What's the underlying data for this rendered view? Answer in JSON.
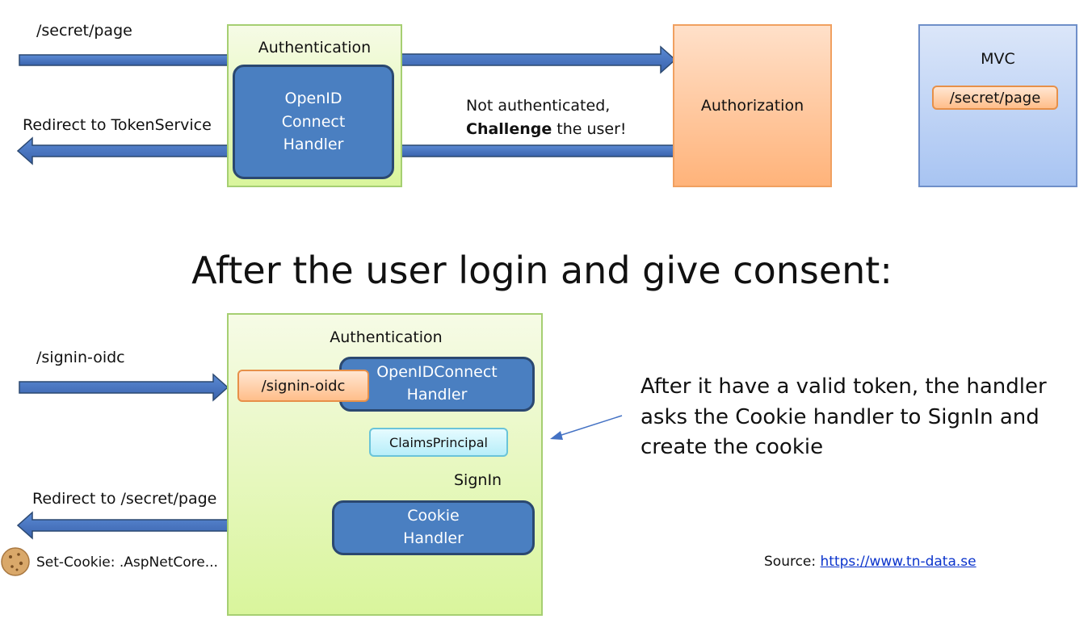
{
  "top": {
    "request_path": "/secret/page",
    "redirect_label": "Redirect to TokenService",
    "authentication_title": "Authentication",
    "openid_handler_lines": [
      "OpenID",
      "Connect",
      "Handler"
    ],
    "challenge_line1": "Not authenticated,",
    "challenge_bold": "Challenge",
    "challenge_rest": " the user!",
    "authorization_label": "Authorization",
    "mvc_title": "MVC",
    "mvc_route": "/secret/page"
  },
  "heading": "After the user login and give consent:",
  "bottom": {
    "request_path": "/signin-oidc",
    "authentication_title": "Authentication",
    "endpoint_pill": "/signin-oidc",
    "oidc_handler_lines": [
      "OpenIDConnect",
      "Handler"
    ],
    "claims_principal": "ClaimsPrincipal",
    "signin_label": "SignIn",
    "cookie_handler_lines": [
      "Cookie",
      "Handler"
    ],
    "redirect_label": "Redirect to /secret/page",
    "set_cookie": "Set-Cookie: .AspNetCore...",
    "note": "After it have a valid token, the handler asks the Cookie handler to SignIn and create the cookie",
    "source_prefix": "Source: ",
    "source_link": "https://www.tn-data.se"
  },
  "colors": {
    "arrow": "#4472c4",
    "arrow_outline": "#2b4870",
    "handler": "#4a7fc1",
    "auth_green": "#d9f59c",
    "authorization_orange": "#ffb37a",
    "mvc_blue": "#a8c4f2"
  }
}
